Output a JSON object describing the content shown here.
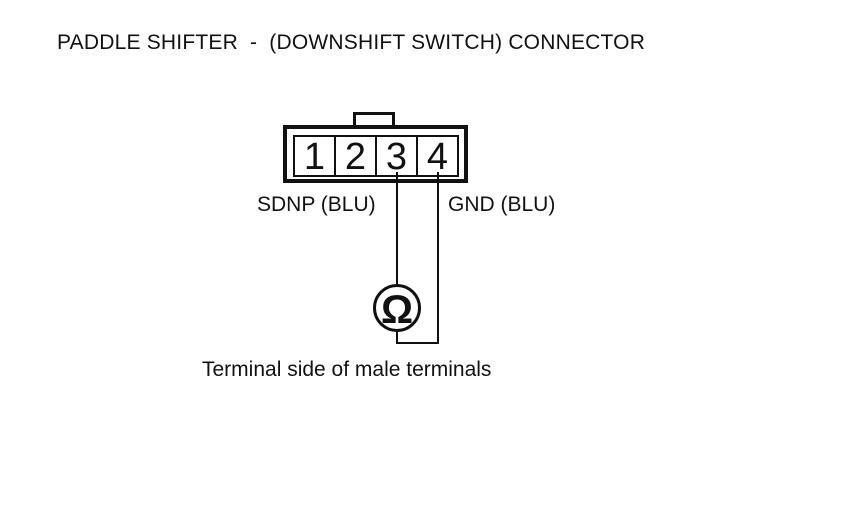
{
  "title": "PADDLE SHIFTER  -  (DOWNSHIFT SWITCH) CONNECTOR",
  "connector": {
    "terminals": [
      "1",
      "2",
      "3",
      "4"
    ],
    "pin_labels": {
      "pin3": "SDNP (BLU)",
      "pin4": "GND (BLU)"
    }
  },
  "meter": {
    "symbol": "Ω"
  },
  "caption": "Terminal side of male terminals",
  "colors": {
    "line": "#111111",
    "text": "#111111",
    "background": "#ffffff"
  }
}
